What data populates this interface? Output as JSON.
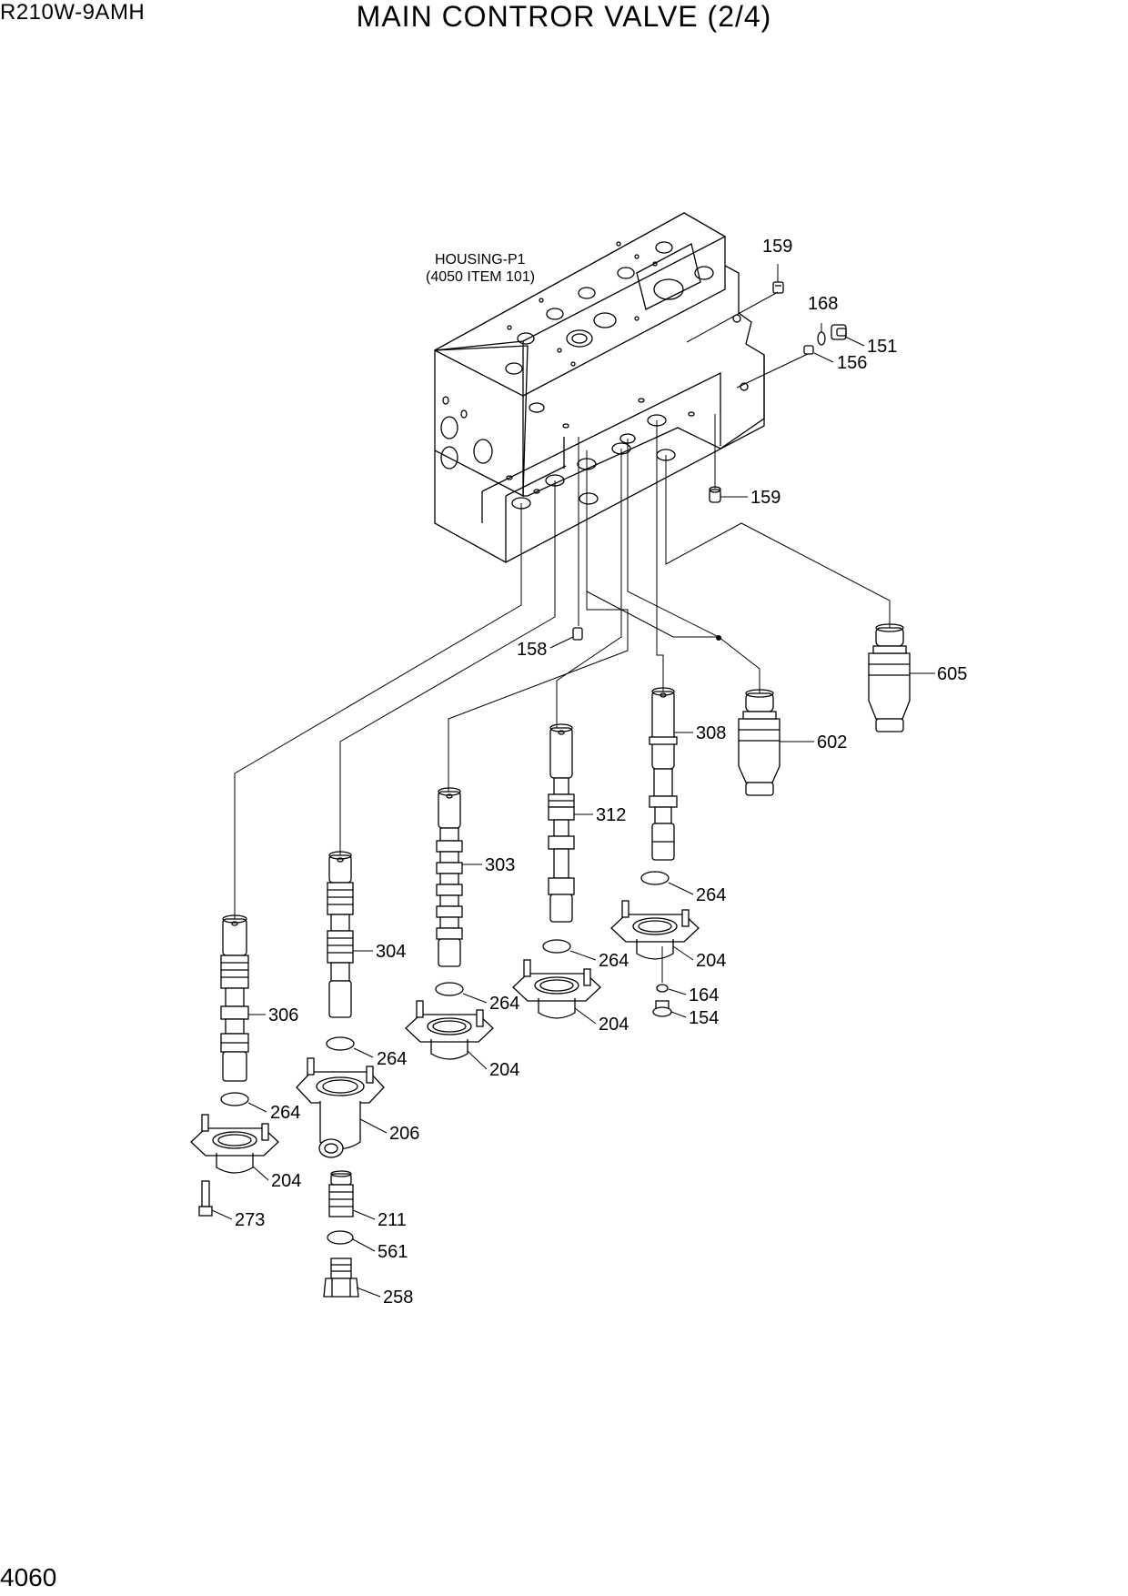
{
  "header": {
    "model": "R210W-9AMH",
    "title": "MAIN CONTROR VALVE (2/4)"
  },
  "housing": {
    "line1": "HOUSING-P1",
    "line2": "(4050 ITEM 101)"
  },
  "page_number": "4060",
  "callouts": {
    "c159a": "159",
    "c168": "168",
    "c151": "151",
    "c156": "156",
    "c159b": "159",
    "c158": "158",
    "c605": "605",
    "c602": "602",
    "c308": "308",
    "c312": "312",
    "c303": "303",
    "c304": "304",
    "c306": "306",
    "c264a": "264",
    "c264b": "264",
    "c264c": "264",
    "c264d": "264",
    "c264e": "264",
    "c204a": "204",
    "c204b": "204",
    "c204c": "204",
    "c204d": "204",
    "c164": "164",
    "c154": "154",
    "c206": "206",
    "c211": "211",
    "c561": "561",
    "c258": "258",
    "c273": "273"
  }
}
